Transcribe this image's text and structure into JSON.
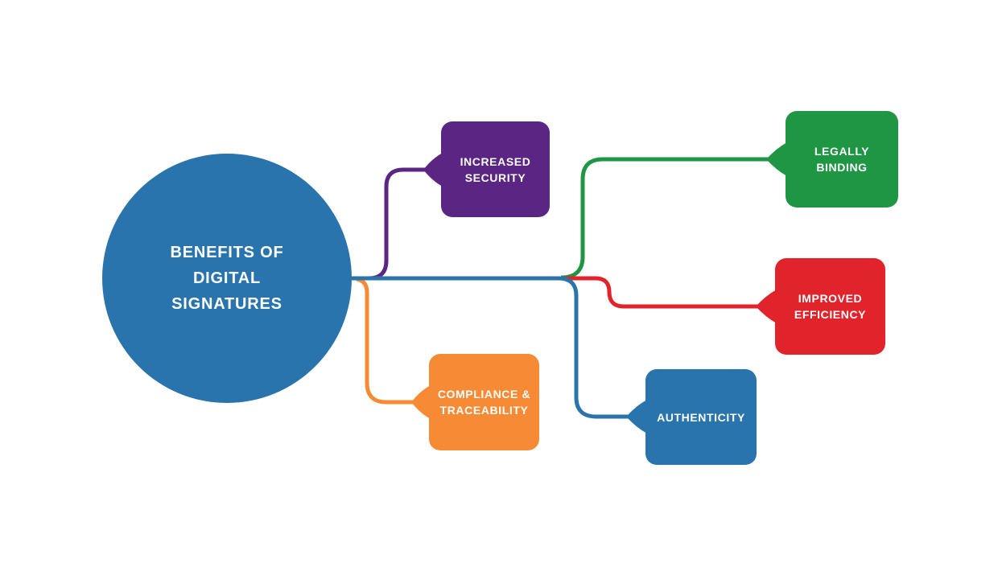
{
  "diagram": {
    "type": "mindmap",
    "center": {
      "label": [
        "BENEFITS OF",
        "DIGITAL",
        "SIGNATURES"
      ],
      "color": "#2a74ad"
    },
    "branches": [
      {
        "id": "increased-security",
        "label": [
          "INCREASED",
          "SECURITY"
        ],
        "color": "#5b2583",
        "position": "upper-left"
      },
      {
        "id": "legally-binding",
        "label": [
          "LEGALLY",
          "BINDING"
        ],
        "color": "#1e9643",
        "position": "upper-right"
      },
      {
        "id": "improved-efficiency",
        "label": [
          "IMPROVED",
          "EFFICIENCY"
        ],
        "color": "#e1242b",
        "position": "middle-right"
      },
      {
        "id": "authenticity",
        "label": [
          "AUTHENTICITY"
        ],
        "color": "#2a74ad",
        "position": "lower-middle"
      },
      {
        "id": "compliance-traceability",
        "label": [
          "COMPLIANCE &",
          "TRACEABILITY"
        ],
        "color": "#f78b35",
        "position": "lower-left"
      }
    ]
  }
}
